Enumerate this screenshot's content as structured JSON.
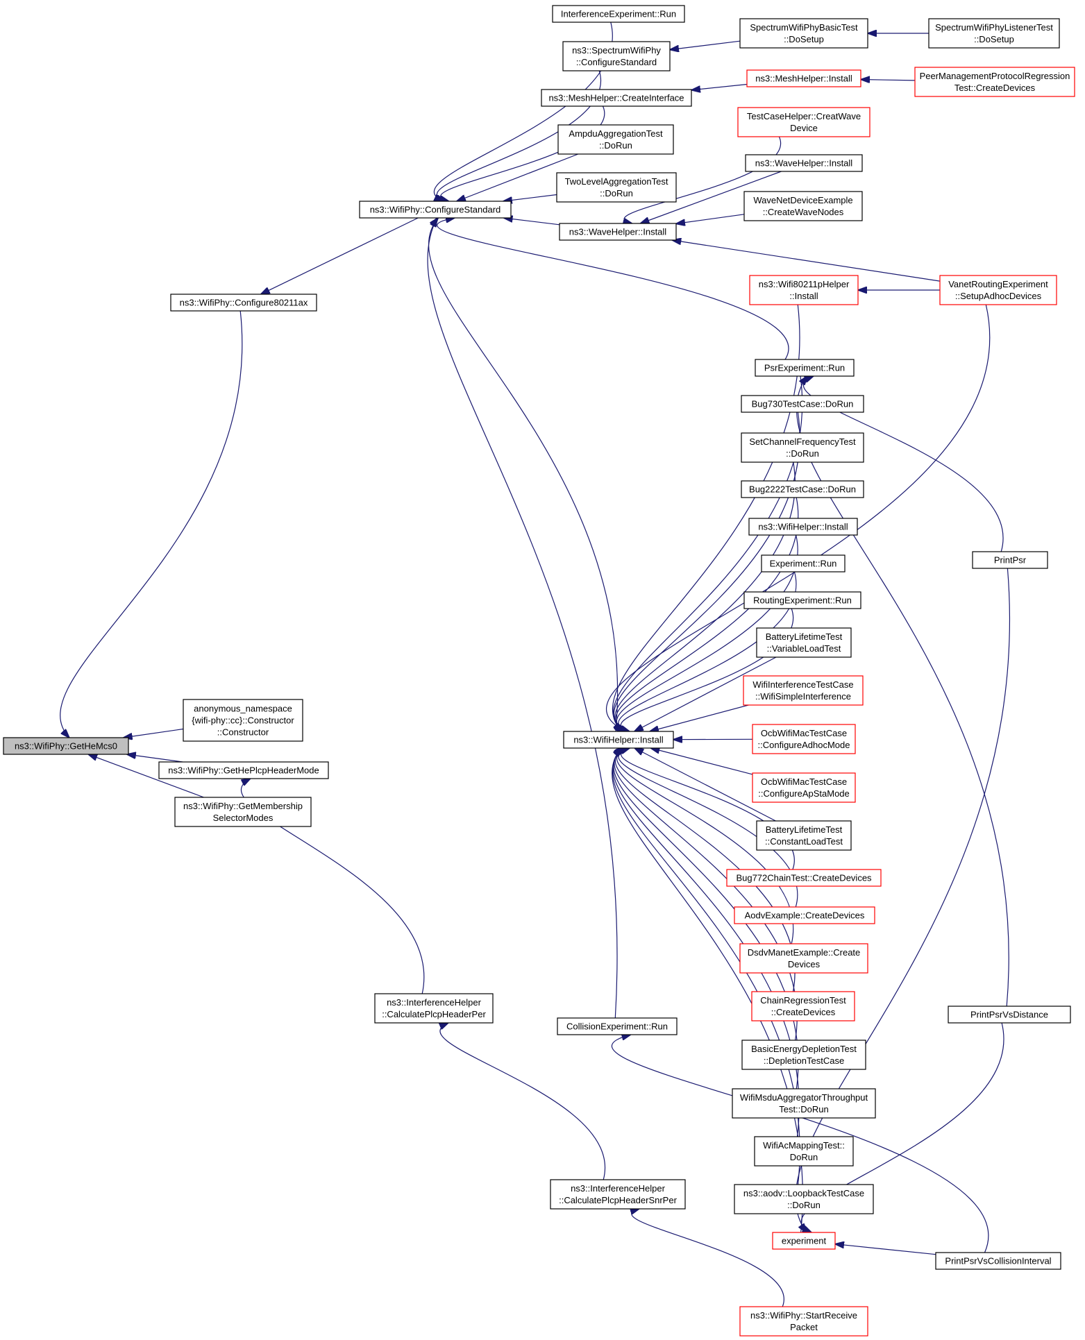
{
  "focus_node": "ns3::WifiPhy::GetHeMcs0",
  "colors": {
    "edge": "#191970",
    "default_border": "#000000",
    "highlight_border": "#ff0000",
    "focus_fill": "#bfbfbf"
  },
  "nodes": [
    {
      "id": "getHeMcs0",
      "lines": [
        "ns3::WifiPhy::GetHeMcs0"
      ],
      "style": "focus"
    },
    {
      "id": "configure80211ax",
      "lines": [
        "ns3::WifiPhy::Configure80211ax"
      ],
      "style": "normal"
    },
    {
      "id": "anonCtor",
      "lines": [
        "anonymous_namespace",
        "{wifi-phy::cc}::Constructor",
        "::Constructor"
      ],
      "style": "normal"
    },
    {
      "id": "getHePlcpHeaderMode",
      "lines": [
        "ns3::WifiPhy::GetHePlcpHeaderMode"
      ],
      "style": "normal"
    },
    {
      "id": "getMembership",
      "lines": [
        "ns3::WifiPhy::GetMembership",
        "SelectorModes"
      ],
      "style": "normal"
    },
    {
      "id": "configureStandard",
      "lines": [
        "ns3::WifiPhy::ConfigureStandard"
      ],
      "style": "normal"
    },
    {
      "id": "calcPlcpHeaderPer",
      "lines": [
        "ns3::InterferenceHelper",
        "::CalculatePlcpHeaderPer"
      ],
      "style": "normal"
    },
    {
      "id": "interferenceRun",
      "lines": [
        "InterferenceExperiment::Run"
      ],
      "style": "normal"
    },
    {
      "id": "spectrumConfigStd",
      "lines": [
        "ns3::SpectrumWifiPhy",
        "::ConfigureStandard"
      ],
      "style": "normal"
    },
    {
      "id": "meshCreateIface",
      "lines": [
        "ns3::MeshHelper::CreateInterface"
      ],
      "style": "normal"
    },
    {
      "id": "ampduDoRun",
      "lines": [
        "AmpduAggregationTest",
        "::DoRun"
      ],
      "style": "normal"
    },
    {
      "id": "twoLevelDoRun",
      "lines": [
        "TwoLevelAggregationTest",
        "::DoRun"
      ],
      "style": "normal"
    },
    {
      "id": "waveInstallA",
      "lines": [
        "ns3::WaveHelper::Install"
      ],
      "style": "normal"
    },
    {
      "id": "wifiHelperInstall",
      "lines": [
        "ns3::WifiHelper::Install"
      ],
      "style": "normal"
    },
    {
      "id": "collisionRun",
      "lines": [
        "CollisionExperiment::Run"
      ],
      "style": "normal"
    },
    {
      "id": "calcPlcpHeaderSnrPer",
      "lines": [
        "ns3::InterferenceHelper",
        "::CalculatePlcpHeaderSnrPer"
      ],
      "style": "normal"
    },
    {
      "id": "spectrumBasicSetup",
      "lines": [
        "SpectrumWifiPhyBasicTest",
        "::DoSetup"
      ],
      "style": "normal"
    },
    {
      "id": "meshInstall",
      "lines": [
        "ns3::MeshHelper::Install"
      ],
      "style": "red"
    },
    {
      "id": "testCaseCreatWave",
      "lines": [
        "TestCaseHelper::CreatWave",
        "Device"
      ],
      "style": "red"
    },
    {
      "id": "waveInstallB",
      "lines": [
        "ns3::WaveHelper::Install"
      ],
      "style": "normal"
    },
    {
      "id": "waveNetCreateNodes",
      "lines": [
        "WaveNetDeviceExample",
        "::CreateWaveNodes"
      ],
      "style": "normal"
    },
    {
      "id": "wifi80211pInstall",
      "lines": [
        "ns3::Wifi80211pHelper",
        "::Install"
      ],
      "style": "red"
    },
    {
      "id": "psrRun",
      "lines": [
        "PsrExperiment::Run"
      ],
      "style": "normal"
    },
    {
      "id": "bug730",
      "lines": [
        "Bug730TestCase::DoRun"
      ],
      "style": "normal"
    },
    {
      "id": "setChanFreq",
      "lines": [
        "SetChannelFrequencyTest",
        "::DoRun"
      ],
      "style": "normal"
    },
    {
      "id": "bug2222",
      "lines": [
        "Bug2222TestCase::DoRun"
      ],
      "style": "normal"
    },
    {
      "id": "wifiHelperInstall2",
      "lines": [
        "ns3::WifiHelper::Install"
      ],
      "style": "normal"
    },
    {
      "id": "experimentRun",
      "lines": [
        "Experiment::Run"
      ],
      "style": "normal"
    },
    {
      "id": "routingRun",
      "lines": [
        "RoutingExperiment::Run"
      ],
      "style": "normal"
    },
    {
      "id": "batteryVar",
      "lines": [
        "BatteryLifetimeTest",
        "::VariableLoadTest"
      ],
      "style": "normal"
    },
    {
      "id": "wifiInterf",
      "lines": [
        "WifiInterferenceTestCase",
        "::WifiSimpleInterference"
      ],
      "style": "red"
    },
    {
      "id": "ocbAdhoc",
      "lines": [
        "OcbWifiMacTestCase",
        "::ConfigureAdhocMode"
      ],
      "style": "red"
    },
    {
      "id": "ocbApSta",
      "lines": [
        "OcbWifiMacTestCase",
        "::ConfigureApStaMode"
      ],
      "style": "red"
    },
    {
      "id": "batteryConst",
      "lines": [
        "BatteryLifetimeTest",
        "::ConstantLoadTest"
      ],
      "style": "normal"
    },
    {
      "id": "bug772",
      "lines": [
        "Bug772ChainTest::CreateDevices"
      ],
      "style": "red"
    },
    {
      "id": "aodvCreate",
      "lines": [
        "AodvExample::CreateDevices"
      ],
      "style": "red"
    },
    {
      "id": "dsdvCreate",
      "lines": [
        "DsdvManetExample::Create",
        "Devices"
      ],
      "style": "red"
    },
    {
      "id": "chainReg",
      "lines": [
        "ChainRegressionTest",
        "::CreateDevices"
      ],
      "style": "red"
    },
    {
      "id": "basicEnergy",
      "lines": [
        "BasicEnergyDepletionTest",
        "::DepletionTestCase"
      ],
      "style": "normal"
    },
    {
      "id": "msduAgg",
      "lines": [
        "WifiMsduAggregatorThroughput",
        "Test::DoRun"
      ],
      "style": "normal"
    },
    {
      "id": "acMapping",
      "lines": [
        "WifiAcMappingTest::",
        "DoRun"
      ],
      "style": "normal"
    },
    {
      "id": "aodvLoopback",
      "lines": [
        "ns3::aodv::LoopbackTestCase",
        "::DoRun"
      ],
      "style": "normal"
    },
    {
      "id": "experiment",
      "lines": [
        "experiment"
      ],
      "style": "red"
    },
    {
      "id": "startReceive",
      "lines": [
        "ns3::WifiPhy::StartReceive",
        "Packet"
      ],
      "style": "red"
    },
    {
      "id": "spectrumListenerSetup",
      "lines": [
        "SpectrumWifiPhyListenerTest",
        "::DoSetup"
      ],
      "style": "normal"
    },
    {
      "id": "peerMgmt",
      "lines": [
        "PeerManagementProtocolRegression",
        "Test::CreateDevices"
      ],
      "style": "red"
    },
    {
      "id": "vanetSetup",
      "lines": [
        "VanetRoutingExperiment",
        "::SetupAdhocDevices"
      ],
      "style": "red"
    },
    {
      "id": "printPsr",
      "lines": [
        "PrintPsr"
      ],
      "style": "normal"
    },
    {
      "id": "printPsrVsDist",
      "lines": [
        "PrintPsrVsDistance"
      ],
      "style": "normal"
    },
    {
      "id": "printPsrVsColl",
      "lines": [
        "PrintPsrVsCollisionInterval"
      ],
      "style": "normal"
    }
  ],
  "edges": [
    {
      "from": "configure80211ax",
      "to": "getHeMcs0"
    },
    {
      "from": "anonCtor",
      "to": "getHeMcs0"
    },
    {
      "from": "getHePlcpHeaderMode",
      "to": "getHeMcs0"
    },
    {
      "from": "getMembership",
      "to": "getHeMcs0"
    },
    {
      "from": "configureStandard",
      "to": "configure80211ax"
    },
    {
      "from": "calcPlcpHeaderPer",
      "to": "getHePlcpHeaderMode"
    },
    {
      "from": "interferenceRun",
      "to": "configureStandard"
    },
    {
      "from": "spectrumConfigStd",
      "to": "configureStandard"
    },
    {
      "from": "meshCreateIface",
      "to": "configureStandard"
    },
    {
      "from": "ampduDoRun",
      "to": "configureStandard"
    },
    {
      "from": "twoLevelDoRun",
      "to": "configureStandard"
    },
    {
      "from": "waveInstallA",
      "to": "configureStandard"
    },
    {
      "from": "psrRun",
      "to": "configureStandard"
    },
    {
      "from": "wifiHelperInstall",
      "to": "configureStandard"
    },
    {
      "from": "collisionRun",
      "to": "configureStandard"
    },
    {
      "from": "calcPlcpHeaderSnrPer",
      "to": "calcPlcpHeaderPer"
    },
    {
      "from": "spectrumBasicSetup",
      "to": "spectrumConfigStd"
    },
    {
      "from": "spectrumListenerSetup",
      "to": "spectrumBasicSetup"
    },
    {
      "from": "meshInstall",
      "to": "meshCreateIface"
    },
    {
      "from": "peerMgmt",
      "to": "meshInstall"
    },
    {
      "from": "testCaseCreatWave",
      "to": "waveInstallA"
    },
    {
      "from": "waveInstallB",
      "to": "waveInstallA"
    },
    {
      "from": "waveNetCreateNodes",
      "to": "waveInstallA"
    },
    {
      "from": "vanetSetup",
      "to": "waveInstallA"
    },
    {
      "from": "vanetSetup",
      "to": "wifi80211pInstall"
    },
    {
      "from": "wifi80211pInstall",
      "to": "wifiHelperInstall"
    },
    {
      "from": "vanetSetup",
      "to": "wifiHelperInstall"
    },
    {
      "from": "psrRun",
      "to": "wifiHelperInstall"
    },
    {
      "from": "bug730",
      "to": "wifiHelperInstall"
    },
    {
      "from": "setChanFreq",
      "to": "wifiHelperInstall"
    },
    {
      "from": "bug2222",
      "to": "wifiHelperInstall"
    },
    {
      "from": "wifiHelperInstall2",
      "to": "wifiHelperInstall"
    },
    {
      "from": "experimentRun",
      "to": "wifiHelperInstall"
    },
    {
      "from": "routingRun",
      "to": "wifiHelperInstall"
    },
    {
      "from": "batteryVar",
      "to": "wifiHelperInstall"
    },
    {
      "from": "wifiInterf",
      "to": "wifiHelperInstall"
    },
    {
      "from": "ocbAdhoc",
      "to": "wifiHelperInstall"
    },
    {
      "from": "ocbApSta",
      "to": "wifiHelperInstall"
    },
    {
      "from": "batteryConst",
      "to": "wifiHelperInstall"
    },
    {
      "from": "bug772",
      "to": "wifiHelperInstall"
    },
    {
      "from": "aodvCreate",
      "to": "wifiHelperInstall"
    },
    {
      "from": "dsdvCreate",
      "to": "wifiHelperInstall"
    },
    {
      "from": "chainReg",
      "to": "wifiHelperInstall"
    },
    {
      "from": "basicEnergy",
      "to": "wifiHelperInstall"
    },
    {
      "from": "msduAgg",
      "to": "wifiHelperInstall"
    },
    {
      "from": "acMapping",
      "to": "wifiHelperInstall"
    },
    {
      "from": "aodvLoopback",
      "to": "wifiHelperInstall"
    },
    {
      "from": "experiment",
      "to": "wifiHelperInstall"
    },
    {
      "from": "printPsr",
      "to": "psrRun"
    },
    {
      "from": "printPsrVsDist",
      "to": "psrRun"
    },
    {
      "from": "printPsr",
      "to": "experiment"
    },
    {
      "from": "printPsrVsDist",
      "to": "experiment"
    },
    {
      "from": "printPsrVsColl",
      "to": "experiment"
    },
    {
      "from": "printPsrVsColl",
      "to": "collisionRun"
    },
    {
      "from": "startReceive",
      "to": "calcPlcpHeaderSnrPer"
    }
  ]
}
